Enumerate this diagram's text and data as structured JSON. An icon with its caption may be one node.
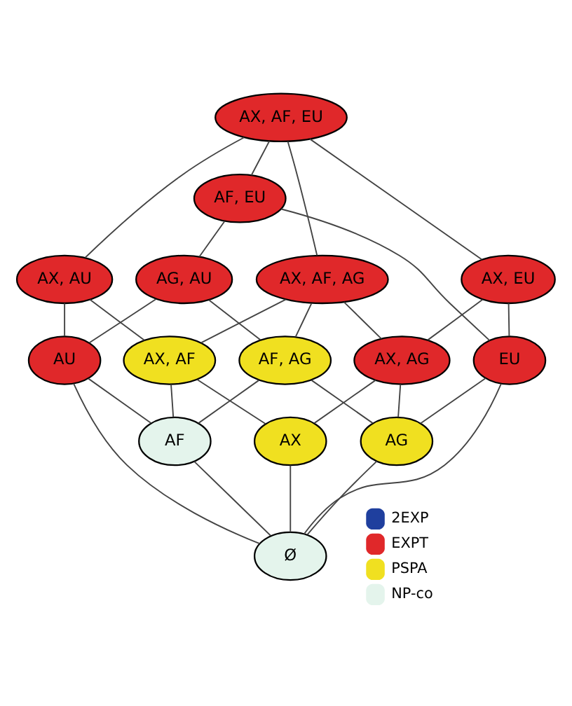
{
  "diagram": {
    "nodes": [
      {
        "text": [
          "AX, AF, EU"
        ]
      },
      {
        "text": [
          "AF, EU"
        ]
      },
      {
        "text": [
          "AG, AU"
        ]
      },
      {
        "text": [
          "AX, AU"
        ]
      },
      {
        "text": [
          "AX, AF, AG"
        ]
      },
      {
        "text": [
          "AX, EU"
        ]
      },
      {
        "text": [
          "AX, AF"
        ]
      },
      {
        "text": [
          "AF, AG"
        ]
      },
      {
        "text": [
          "AX, AG"
        ]
      },
      {
        "text": [
          "AU"
        ]
      },
      {
        "text": [
          "EU"
        ]
      },
      {
        "text": [
          "AF"
        ]
      },
      {
        "text": [
          "AX"
        ]
      },
      {
        "text": [
          "AG"
        ]
      },
      {
        "text": [
          "Ø"
        ]
      }
    ],
    "edges": [
      {
        "from": 0,
        "to": 3,
        "arrow": "none"
      },
      {
        "from": 0,
        "to": 4,
        "arrow": "none"
      },
      {
        "from": 0,
        "to": 1,
        "arrow": "none"
      },
      {
        "from": 0,
        "to": 5,
        "arrow": "none"
      },
      {
        "from": 1,
        "to": 2,
        "arrow": "none"
      },
      {
        "from": 1,
        "to": 10,
        "arrow": "none"
      },
      {
        "from": 2,
        "to": 9,
        "arrow": "none"
      },
      {
        "from": 2,
        "to": 7,
        "arrow": "none"
      },
      {
        "from": 3,
        "to": 9,
        "arrow": "none"
      },
      {
        "from": 3,
        "to": 6,
        "arrow": "none"
      },
      {
        "from": 4,
        "to": 6,
        "arrow": "none"
      },
      {
        "from": 4,
        "to": 7,
        "arrow": "none"
      },
      {
        "from": 4,
        "to": 8,
        "arrow": "none"
      },
      {
        "from": 5,
        "to": 8,
        "arrow": "none"
      },
      {
        "from": 5,
        "to": 10,
        "arrow": "none"
      },
      {
        "from": 6,
        "to": 11,
        "arrow": "none"
      },
      {
        "from": 6,
        "to": 12,
        "arrow": "none"
      },
      {
        "from": 7,
        "to": 11,
        "arrow": "none"
      },
      {
        "from": 7,
        "to": 13,
        "arrow": "none"
      },
      {
        "from": 8,
        "to": 12,
        "arrow": "none"
      },
      {
        "from": 8,
        "to": 13,
        "arrow": "none"
      },
      {
        "from": 9,
        "to": 11,
        "arrow": "none"
      },
      {
        "from": 9,
        "to": 14,
        "arrow": "none"
      },
      {
        "from": 10,
        "to": 13,
        "arrow": "none"
      },
      {
        "from": 10,
        "to": 14,
        "arrow": "none"
      },
      {
        "from": 11,
        "to": 14,
        "arrow": "none"
      },
      {
        "from": 12,
        "to": 14,
        "arrow": "none"
      },
      {
        "from": 13,
        "to": 14,
        "arrow": "none"
      }
    ],
    "legend": [
      {
        "text": "2EXP",
        "color": "#1f3f9e"
      },
      {
        "text": "EXPT",
        "color": "#e0282a"
      },
      {
        "text": "PSPA",
        "color": "#f0e020"
      },
      {
        "text": "NP-co",
        "color": "#e4f4ec"
      }
    ]
  }
}
